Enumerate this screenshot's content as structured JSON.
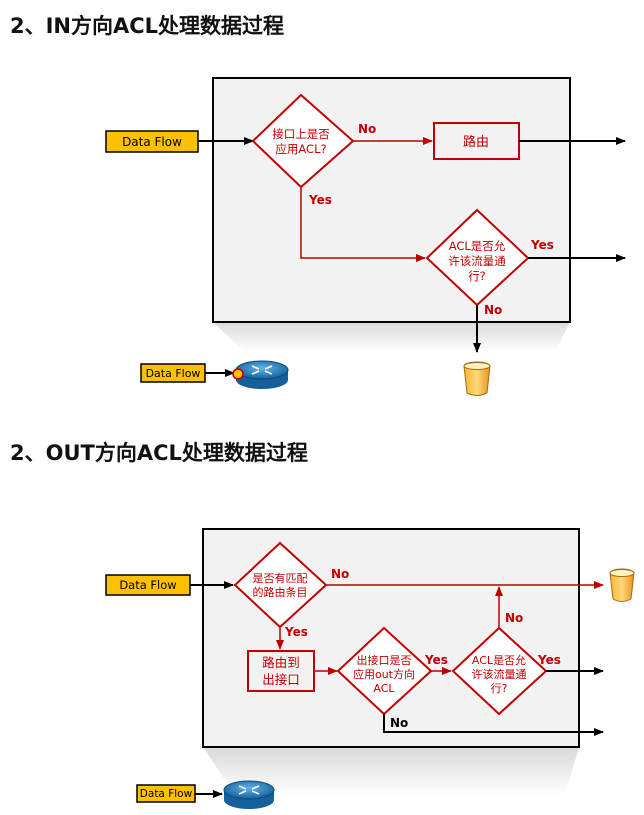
{
  "section1": {
    "heading": "2、IN方向ACL处理数据过程",
    "data_flow_label": "Data Flow",
    "decision1_line1": "接口上是否",
    "decision1_line2": "应用ACL?",
    "no_label1": "No",
    "route_label": "路由",
    "yes_label1": "Yes",
    "decision2_line1": "ACL是否允",
    "decision2_line2": "许该流量通",
    "decision2_line3": "行?",
    "yes_label2": "Yes",
    "no_label2": "No",
    "router_data_flow_label": "Data Flow"
  },
  "section2": {
    "heading": "2、OUT方向ACL处理数据过程",
    "data_flow_label": "Data Flow",
    "decision1_line1": "是否有匹配",
    "decision1_line2": "的路由条目",
    "no_label1": "No",
    "yes_label1": "Yes",
    "route_box_line1": "路由到",
    "route_box_line2": "出接口",
    "decision2_line1": "出接口是否",
    "decision2_line2": "应用out方向",
    "decision2_line3": "ACL",
    "yes_label2": "Yes",
    "no_label2": "No",
    "decision3_line1": "ACL是否允",
    "decision3_line2": "许该流量通",
    "decision3_line3": "行?",
    "yes_label3": "Yes",
    "no_label3": "No",
    "router_data_flow_label": "Data Flow"
  },
  "colors": {
    "flow_red": "#c00000",
    "box_fill": "#f2f2f2",
    "data_flow_fill": "#ffc000",
    "router_blue": "#1e7fc0",
    "trash_orange": "#f5a623"
  }
}
